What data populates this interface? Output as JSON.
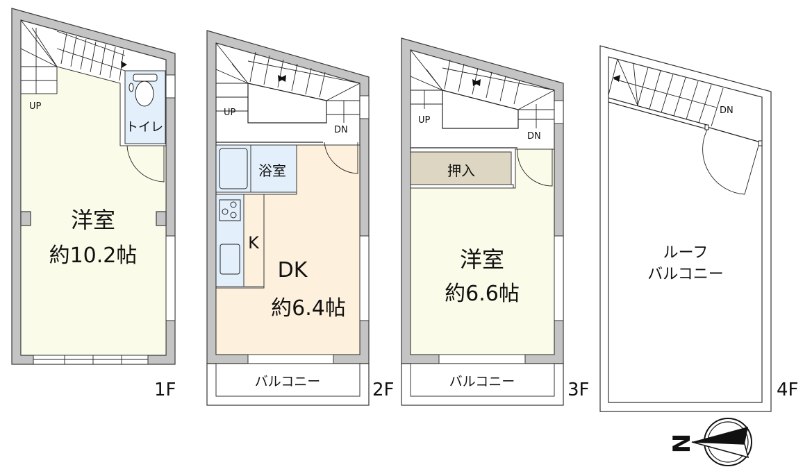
{
  "colors": {
    "wall": "#c4c4c4",
    "western_room": "#fbfbe9",
    "dk": "#fdf0dd",
    "wet_area": "#e3f0fb",
    "closet": "#ddd6c2",
    "line": "#222222"
  },
  "floors": [
    {
      "label": "1F",
      "stairs_label": "UP",
      "rooms": [
        {
          "name": "洋室",
          "size": "約10.2帖"
        },
        {
          "name": "トイレ"
        }
      ]
    },
    {
      "label": "2F",
      "stairs_up": "UP",
      "stairs_down": "DN",
      "rooms": [
        {
          "name": "浴室"
        },
        {
          "name": "K"
        },
        {
          "name": "DK",
          "size": "約6.4帖"
        },
        {
          "name": "バルコニー"
        }
      ]
    },
    {
      "label": "3F",
      "stairs_up": "UP",
      "stairs_down": "DN",
      "rooms": [
        {
          "name": "押入"
        },
        {
          "name": "洋室",
          "size": "約6.6帖"
        },
        {
          "name": "バルコニー"
        }
      ]
    },
    {
      "label": "4F",
      "stairs_down": "DN",
      "rooms": [
        {
          "name_line1": "ルーフ",
          "name_line2": "バルコニー"
        }
      ]
    }
  ],
  "compass": {
    "label": "N",
    "icon": "north-arrow-icon"
  }
}
